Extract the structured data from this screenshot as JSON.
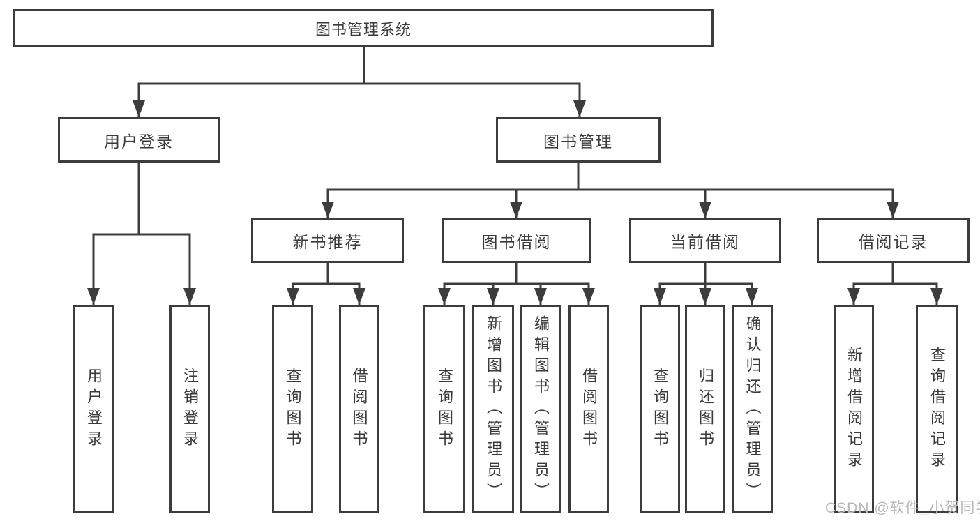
{
  "tree": {
    "root": {
      "label": "图书管理系统",
      "children": [
        {
          "label": "用户登录",
          "children": [
            {
              "label": "用户登录"
            },
            {
              "label": "注销登录"
            }
          ]
        },
        {
          "label": "图书管理",
          "children": [
            {
              "label": "新书推荐",
              "children": [
                {
                  "label": "查询图书"
                },
                {
                  "label": "借阅图书"
                }
              ]
            },
            {
              "label": "图书借阅",
              "children": [
                {
                  "label": "查询图书"
                },
                {
                  "label": "新增图书（管理员）"
                },
                {
                  "label": "编辑图书（管理员）"
                },
                {
                  "label": "借阅图书"
                }
              ]
            },
            {
              "label": "当前借阅",
              "children": [
                {
                  "label": "查询图书"
                },
                {
                  "label": "归还图书"
                },
                {
                  "label": "确认归还（管理员）"
                }
              ]
            },
            {
              "label": "借阅记录",
              "children": [
                {
                  "label": "新增借阅记录"
                },
                {
                  "label": "查询借阅记录"
                }
              ]
            }
          ]
        }
      ]
    }
  },
  "watermark": {
    "text": "CSDN @软件_小贺同学"
  },
  "colors": {
    "line": "#3c3c3c",
    "text": "#3a3a3a",
    "background": "#ffffff",
    "watermark": "#b9b9b9"
  }
}
